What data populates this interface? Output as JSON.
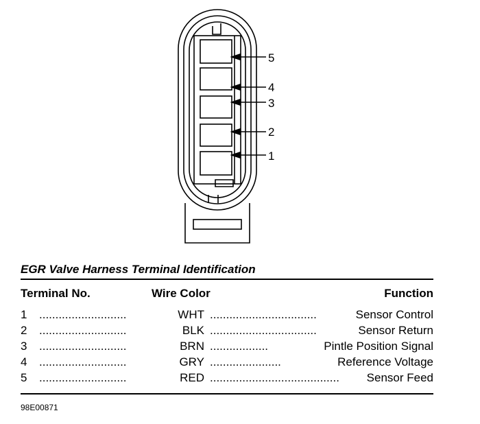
{
  "terminal_callouts": [
    "5",
    "4",
    "3",
    "2",
    "1"
  ],
  "table": {
    "caption": "EGR Valve Harness Terminal Identification",
    "headers": {
      "terminal": "Terminal No.",
      "wire_color": "Wire Color",
      "function": "Function"
    },
    "rows": [
      {
        "terminal": "1",
        "dots_a": "...........................",
        "wire": "WHT",
        "dots_b": ".................................",
        "function": "Sensor Control"
      },
      {
        "terminal": "2",
        "dots_a": "...........................",
        "wire": "BLK",
        "dots_b": ".................................",
        "function": "Sensor Return"
      },
      {
        "terminal": "3",
        "dots_a": "...........................",
        "wire": "BRN",
        "dots_b": "..................",
        "function": "Pintle Position Signal"
      },
      {
        "terminal": "4",
        "dots_a": "...........................",
        "wire": "GRY",
        "dots_b": "......................",
        "function": "Reference Voltage"
      },
      {
        "terminal": "5",
        "dots_a": "...........................",
        "wire": "RED",
        "dots_b": "........................................",
        "function": "Sensor Feed"
      }
    ]
  },
  "figure_id": "98E00871"
}
